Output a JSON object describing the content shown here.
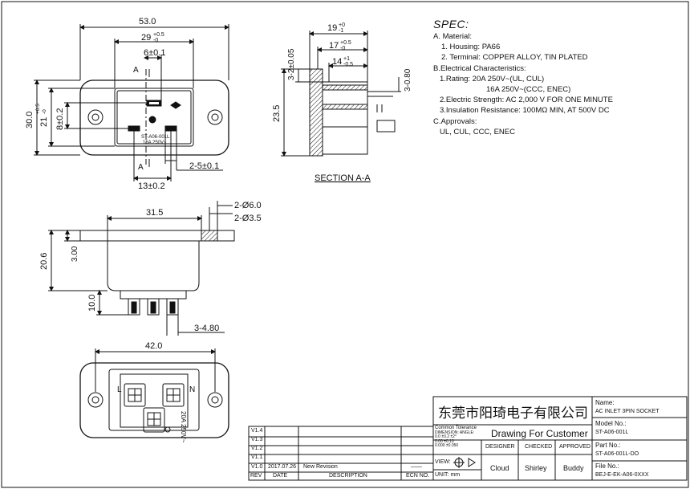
{
  "spec": {
    "heading": "SPEC:",
    "lines": [
      "A. Material:",
      "1.  Housing: PA66",
      "2.  Terminal: COPPER ALLOY, TIN PLATED",
      "B.Electrical Characteristics:",
      "1.Rating:  20A 250V~(UL, CUL)",
      "16A 250V~(CCC, ENEC)",
      "2.Electric Strength: AC 2,000 V FOR ONE MINUTE",
      "3.Insulation Resistance: 100MΩ MIN, AT 500V DC",
      "C.Approvals:",
      "UL, CUL, CCC, ENEC"
    ]
  },
  "dims": {
    "top_width": "53.0",
    "inner_width": "29",
    "inner_width_tol": "+0.5",
    "inner_width_tol2": "-0",
    "pin_spacing": "6±0.1",
    "height": "30.0",
    "inner_height": "21",
    "inner_height_tol": "+0.5",
    "inner_height_tol2": "-0",
    "offset": "8±0.2",
    "pin_offset": "13±0.2",
    "pin_width": "2-5±0.1",
    "section_label_a1": "A",
    "section_label_a2": "A",
    "section_title": "SECTION A-A",
    "sec_19": "19",
    "sec_19_tol": "+0",
    "sec_19_tol2": "-1",
    "sec_17": "17",
    "sec_17_tol": "+0.5",
    "sec_17_tol2": "-0",
    "sec_14": "14",
    "sec_14_tol": "+1",
    "sec_14_tol2": "-0.5",
    "sec_3_2": "3-2±0.05",
    "sec_3_08": "3-0.80",
    "sec_23_5": "23.5",
    "side_31_5": "31.5",
    "side_hole_60": "2-Ø6.0",
    "side_hole_35": "2-Ø3.5",
    "side_20_6": "20.6",
    "side_3_00": "3.00",
    "side_10_0": "10.0",
    "side_3_480": "3-4.80",
    "bottom_42": "42.0",
    "bottom_N": "N",
    "bottom_L": "L",
    "bottom_rating": "20A 250V~",
    "product_mark_1": "ST-A06-001L",
    "product_mark_2": "16A 250V~"
  },
  "revisions": {
    "rows": [
      {
        "rev": "V1.4",
        "date": "",
        "desc": "",
        "ecn": ""
      },
      {
        "rev": "V1.3",
        "date": "",
        "desc": "",
        "ecn": ""
      },
      {
        "rev": "V1.2",
        "date": "",
        "desc": "",
        "ecn": ""
      },
      {
        "rev": "V1.1",
        "date": "",
        "desc": "",
        "ecn": ""
      },
      {
        "rev": "V1.0",
        "date": "2017.07.26",
        "desc": "New Revision",
        "ecn": "——"
      }
    ],
    "header": {
      "rev": "REV",
      "date": "DATE",
      "desc": "DESCRIPTION",
      "ecn": "ECN NO."
    }
  },
  "titleblock": {
    "company": "东莞市阳琦电子有限公司",
    "drawing_for": "Drawing For Customer",
    "tolerance_title": "Common Tolerance",
    "tolerance_l1": "DIMENSION:    ANGLE:",
    "tolerance_l2": "0.0    ±0.2      ±2°",
    "tolerance_l3": "0.00   ±0.10",
    "tolerance_l4": "0.000  ±0.050",
    "view_label": "VIEW:",
    "unit_label": "UNIT: mm",
    "designer_h": "DESIGNER",
    "checked_h": "CHECKED",
    "approved_h": "APPROVED",
    "designer": "Cloud",
    "checked": "Shirley",
    "approved": "Buddy",
    "name_h": "Name:",
    "name": "AC INLET 3PIN SOCKET",
    "model_h": "Model No.:",
    "model": "ST-A06-001L",
    "part_h": "Part No.:",
    "part": "ST-A06-001L-DO",
    "file_h": "File No.:",
    "file": "BEJ-E-EK-A06-0XXX"
  }
}
